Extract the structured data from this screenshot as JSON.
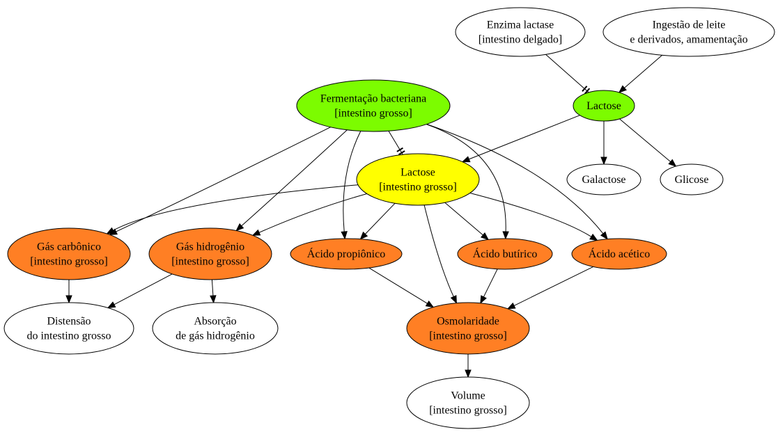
{
  "colors": {
    "white": "#ffffff",
    "green": "#7cfc00",
    "yellow": "#ffff00",
    "orange": "#ff7f24",
    "stroke": "#000000"
  },
  "nodes": {
    "enzima_lactase": {
      "lines": [
        "Enzima lactase",
        "[intestino delgado]"
      ],
      "fill": "white"
    },
    "ingestao_leite": {
      "lines": [
        "Ingestão de leite",
        "e derivados, amamentação"
      ],
      "fill": "white"
    },
    "fermentacao": {
      "lines": [
        "Fermentação bacteriana",
        "[intestino grosso]"
      ],
      "fill": "green"
    },
    "lactose_top": {
      "lines": [
        "Lactose"
      ],
      "fill": "green"
    },
    "lactose_ig": {
      "lines": [
        "Lactose",
        "[intestino grosso]"
      ],
      "fill": "yellow"
    },
    "galactose": {
      "lines": [
        "Galactose"
      ],
      "fill": "white"
    },
    "glicose": {
      "lines": [
        "Glicose"
      ],
      "fill": "white"
    },
    "gas_carbonico": {
      "lines": [
        "Gás carbônico",
        "[intestino grosso]"
      ],
      "fill": "orange"
    },
    "gas_hidrogenio": {
      "lines": [
        "Gás hidrogênio",
        "[intestino grosso]"
      ],
      "fill": "orange"
    },
    "acido_propionico": {
      "lines": [
        "Ácido propiônico"
      ],
      "fill": "orange"
    },
    "acido_butirico": {
      "lines": [
        "Ácido butírico"
      ],
      "fill": "orange"
    },
    "acido_acetico": {
      "lines": [
        "Ácido acético"
      ],
      "fill": "orange"
    },
    "distensao": {
      "lines": [
        "Distensão",
        "do intestino grosso"
      ],
      "fill": "white"
    },
    "absorcao": {
      "lines": [
        "Absorção",
        "de gás hidrogênio"
      ],
      "fill": "white"
    },
    "osmolaridade": {
      "lines": [
        "Osmolaridade",
        "[intestino grosso]"
      ],
      "fill": "orange"
    },
    "volume": {
      "lines": [
        "Volume",
        "[intestino grosso]"
      ],
      "fill": "white"
    }
  },
  "edges": [
    {
      "from": "enzima_lactase",
      "to": "lactose_top",
      "type": "inhibit"
    },
    {
      "from": "ingestao_leite",
      "to": "lactose_top",
      "type": "arrow"
    },
    {
      "from": "lactose_top",
      "to": "galactose",
      "type": "arrow"
    },
    {
      "from": "lactose_top",
      "to": "glicose",
      "type": "arrow"
    },
    {
      "from": "lactose_top",
      "to": "lactose_ig",
      "type": "arrow"
    },
    {
      "from": "fermentacao",
      "to": "lactose_ig",
      "type": "inhibit"
    },
    {
      "from": "fermentacao",
      "to": "gas_carbonico",
      "type": "arrow"
    },
    {
      "from": "fermentacao",
      "to": "gas_hidrogenio",
      "type": "arrow"
    },
    {
      "from": "fermentacao",
      "to": "acido_propionico",
      "type": "arrow"
    },
    {
      "from": "fermentacao",
      "to": "acido_butirico",
      "type": "arrow"
    },
    {
      "from": "fermentacao",
      "to": "acido_acetico",
      "type": "arrow"
    },
    {
      "from": "lactose_ig",
      "to": "gas_carbonico",
      "type": "arrow"
    },
    {
      "from": "lactose_ig",
      "to": "gas_hidrogenio",
      "type": "arrow"
    },
    {
      "from": "lactose_ig",
      "to": "acido_propionico",
      "type": "arrow"
    },
    {
      "from": "lactose_ig",
      "to": "acido_butirico",
      "type": "arrow"
    },
    {
      "from": "lactose_ig",
      "to": "acido_acetico",
      "type": "arrow"
    },
    {
      "from": "lactose_ig",
      "to": "osmolaridade",
      "type": "arrow"
    },
    {
      "from": "gas_carbonico",
      "to": "distensao",
      "type": "arrow"
    },
    {
      "from": "gas_hidrogenio",
      "to": "distensao",
      "type": "arrow"
    },
    {
      "from": "gas_hidrogenio",
      "to": "absorcao",
      "type": "arrow"
    },
    {
      "from": "acido_propionico",
      "to": "osmolaridade",
      "type": "arrow"
    },
    {
      "from": "acido_butirico",
      "to": "osmolaridade",
      "type": "arrow"
    },
    {
      "from": "acido_acetico",
      "to": "osmolaridade",
      "type": "arrow"
    },
    {
      "from": "osmolaridade",
      "to": "volume",
      "type": "arrow"
    }
  ]
}
